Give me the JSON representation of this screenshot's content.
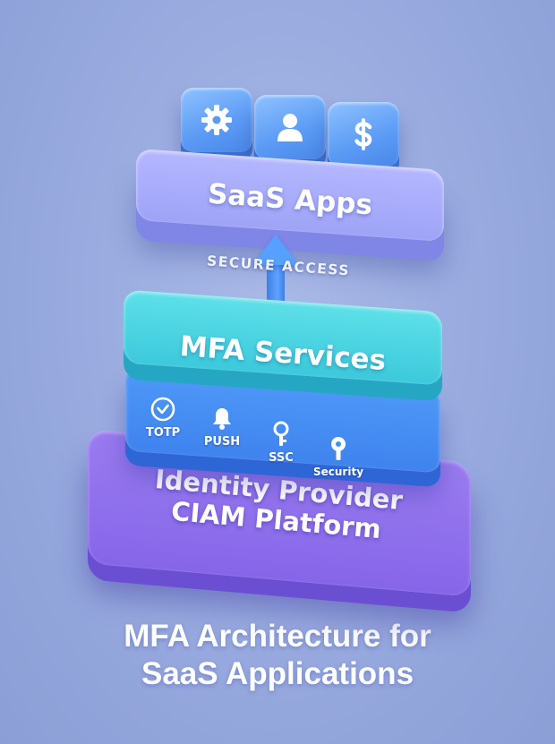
{
  "layers": {
    "saas": {
      "title": "SaaS Apps",
      "icons": [
        "gear-icon",
        "user-icon",
        "dollar-icon"
      ]
    },
    "arrow": {
      "label": "SECURE ACCESS"
    },
    "mfa": {
      "title": "MFA Services"
    },
    "methods": [
      {
        "label": "TOTP",
        "icon": "clock-check-icon"
      },
      {
        "label": "PUSH",
        "icon": "bell-icon"
      },
      {
        "label": "SSC",
        "icon": "key-icon"
      },
      {
        "label": "Security",
        "icon": "security-key-icon"
      }
    ],
    "identity": {
      "line1": "Identity Provider",
      "line2": "CIAM Platform"
    }
  },
  "caption": {
    "line1": "MFA Architecture for",
    "line2": "SaaS Applications"
  },
  "colors": {
    "background": "#97a9de",
    "saas_layer": "#a3a7f8",
    "mfa_layer": "#43d1e0",
    "methods_layer": "#468df2",
    "identity_layer": "#8f71ec",
    "tile": "#5b9bf5"
  }
}
